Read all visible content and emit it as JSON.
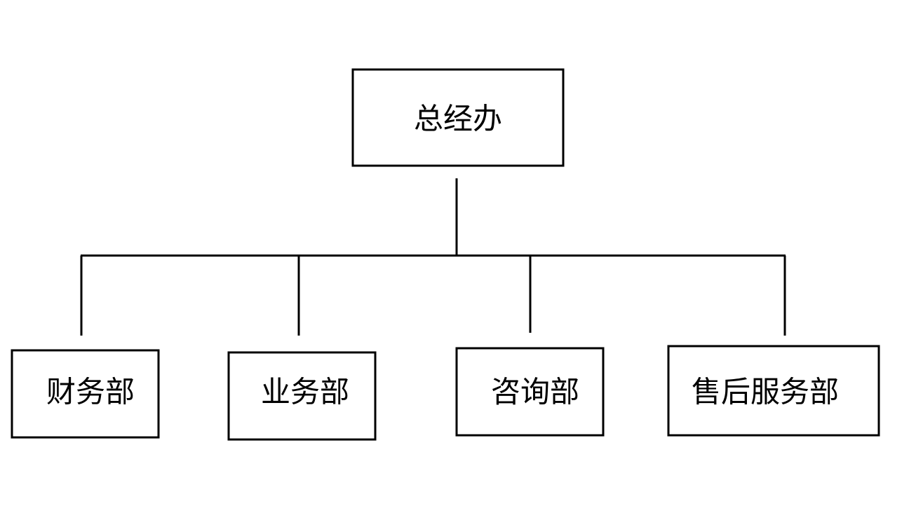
{
  "org_chart": {
    "root": {
      "label": "总经办"
    },
    "departments": [
      {
        "label": "财务部"
      },
      {
        "label": "业务部"
      },
      {
        "label": "咨询部"
      },
      {
        "label": "售后服务部"
      }
    ]
  },
  "colors": {
    "background": "#ffffff",
    "stroke": "#000000",
    "text": "#000000"
  }
}
